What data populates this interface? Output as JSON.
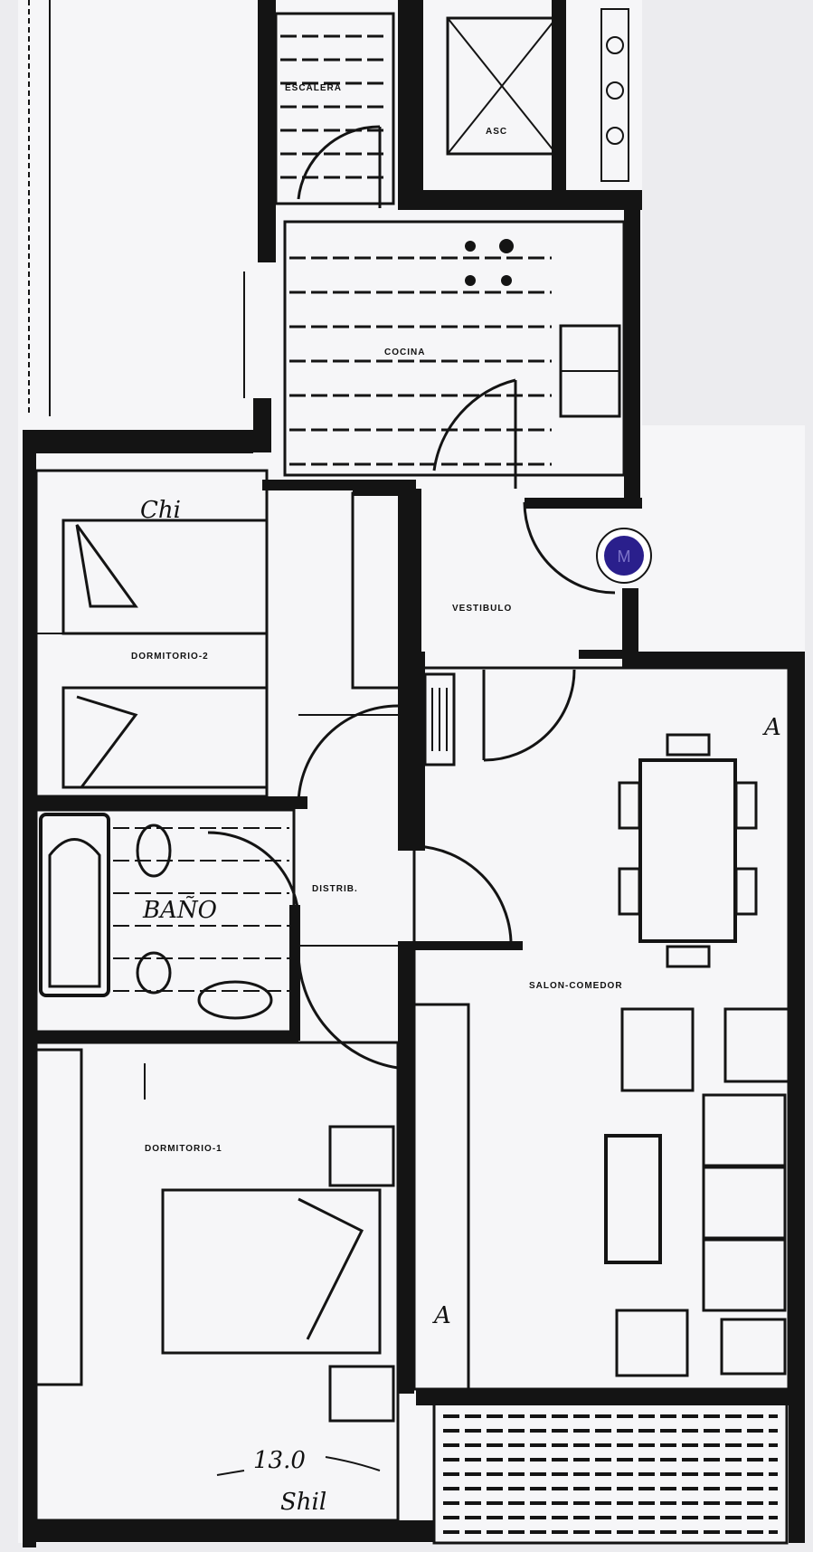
{
  "rooms": {
    "stairs": "ESCALERA",
    "lift": "ASC",
    "kitchen": "COCINA",
    "dorm2": "DORMITORIO-2",
    "vestibule": "VESTIBULO",
    "bath": "BAÑO",
    "hall": "DISTRIB.",
    "living": "SALON-COMEDOR",
    "dorm1": "DORMITORIO-1"
  },
  "handwritten": {
    "dorm2_note": "Chi",
    "bath_note": "BAÑO",
    "dim_value": "13.0",
    "dim_note": "Shil",
    "corner_mark": "A",
    "marks_lower": "A"
  },
  "marker": {
    "color": "#2a1f8c",
    "label": "M"
  },
  "colors": {
    "ink": "#141414",
    "paper": "#f4f4f6",
    "outside": "#ececef"
  }
}
